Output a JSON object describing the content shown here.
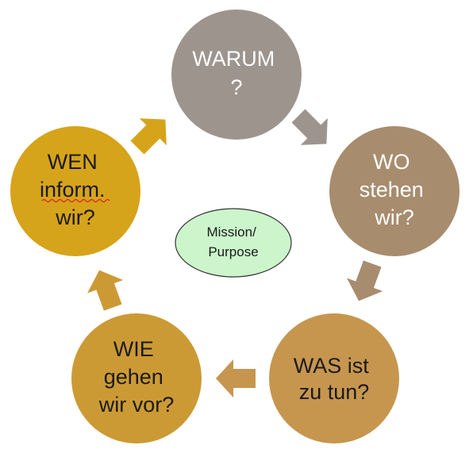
{
  "nodes": [
    {
      "id": "warum",
      "lines": [
        "WARUM",
        "?"
      ],
      "color": "#9d948e",
      "text_color": "#ffffff"
    },
    {
      "id": "wo",
      "lines": [
        "WO",
        "stehen",
        "wir?"
      ],
      "color": "#a88c6e",
      "text_color": "#ffffff"
    },
    {
      "id": "was",
      "lines": [
        "WAS ist",
        "zu tun?"
      ],
      "color": "#c6964f",
      "text_color": "#1a1a1a"
    },
    {
      "id": "wie",
      "lines": [
        "WIE",
        "gehen",
        "wir vor?"
      ],
      "color": "#cc9a34",
      "text_color": "#1a1a1a"
    },
    {
      "id": "wen",
      "lines": [
        "WEN",
        "inform.",
        "wir?"
      ],
      "color": "#d6a41a",
      "text_color": "#1a1a1a"
    }
  ],
  "center": {
    "lines": [
      "Mission/",
      "Purpose"
    ],
    "fill": "#ccf5cc",
    "stroke": "#333333"
  },
  "arrows": [
    {
      "id": "warum-to-wo",
      "color": "#9d948e"
    },
    {
      "id": "wo-to-was",
      "color": "#a88c6e"
    },
    {
      "id": "was-to-wie",
      "color": "#c6964f"
    },
    {
      "id": "wie-to-wen",
      "color": "#cc9a34"
    },
    {
      "id": "wen-to-warum",
      "color": "#d6a41a"
    }
  ]
}
